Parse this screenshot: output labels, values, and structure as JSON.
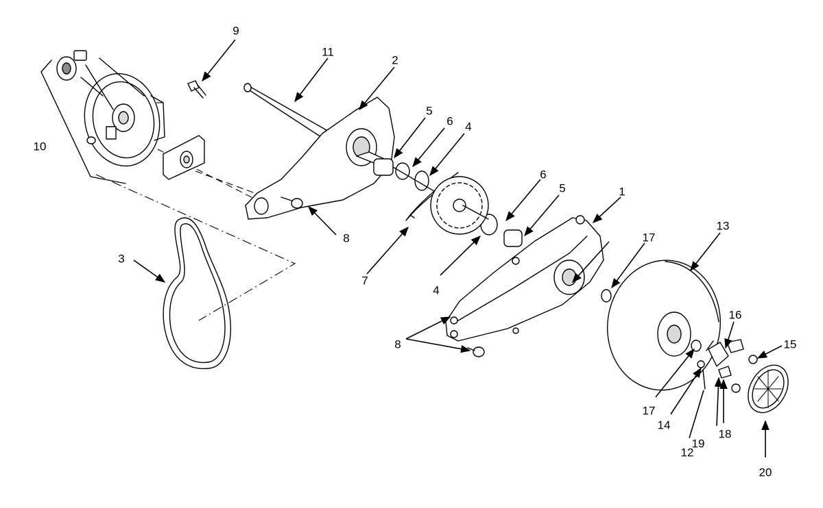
{
  "callouts": {
    "c1": "1",
    "c2": "2",
    "c3": "3",
    "c4a": "4",
    "c4b": "4",
    "c5a": "5",
    "c5b": "5",
    "c6a": "6",
    "c6b": "6",
    "c7": "7",
    "c8a": "8",
    "c8b": "8",
    "c9": "9",
    "c10": "10",
    "c11": "11",
    "c12": "12",
    "c13": "13",
    "c14": "14",
    "c15": "15",
    "c16": "16",
    "c17a": "17",
    "c17b": "17",
    "c18": "18",
    "c19": "19",
    "c20": "20"
  },
  "colors": {
    "line": "#000000",
    "background": "#ffffff",
    "shade": "#d9d9d9"
  }
}
